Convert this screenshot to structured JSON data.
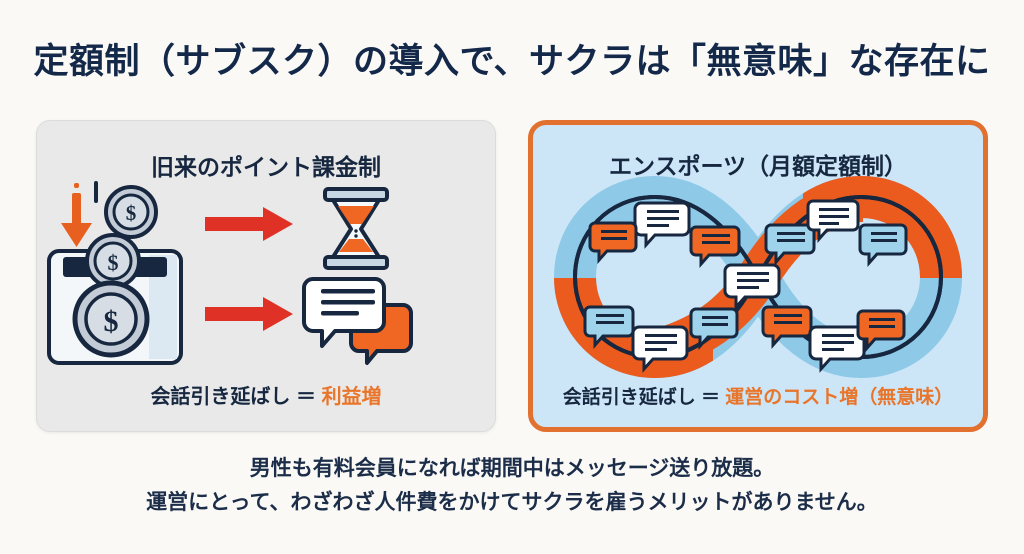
{
  "slide": {
    "background_color": "#faf9f6",
    "title": "定額制（サブスク）の導入で、サクラは「無意味」な存在に",
    "title_color": "#14294a"
  },
  "cards": {
    "left": {
      "title": "旧来のポイント課金制",
      "background_color": "#e9e9e9",
      "border_color": "#dcdcdc",
      "caption_prefix": "会話引き延ばし ＝ ",
      "caption_accent": "利益増",
      "accent_color": "#e8752a",
      "icons": [
        {
          "name": "coin-bank-icon",
          "label": "コイン貯金箱"
        },
        {
          "name": "down-arrow-icon",
          "label": "下向き矢印"
        },
        {
          "name": "right-arrow-icon",
          "label": "右向き矢印"
        },
        {
          "name": "hourglass-icon",
          "label": "砂時計"
        },
        {
          "name": "chat-bubbles-icon",
          "label": "チャット吹き出し"
        }
      ]
    },
    "right": {
      "title": "エンスポーツ（月額定額制）",
      "background_color": "#cce6f7",
      "border_color": "#e2712f",
      "caption_prefix": "会話引き延ばし ＝ ",
      "caption_accent": "運営のコスト増（無意味）",
      "accent_color": "#e8752a",
      "icons": [
        {
          "name": "infinity-loop-icon",
          "label": "無限ループ"
        },
        {
          "name": "chat-bubble-icon",
          "label": "チャット吹き出し"
        }
      ]
    }
  },
  "footer": {
    "line1": "男性も有料会員になれば期間中はメッセージ送り放題。",
    "line2": "運営にとって、わざわざ人件費をかけてサクラを雇うメリットがありません。",
    "color": "#1c2d49"
  }
}
